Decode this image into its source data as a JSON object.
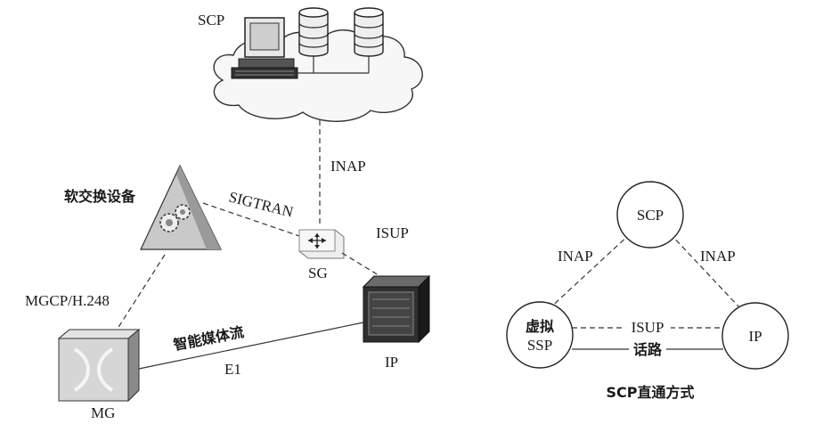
{
  "left_diagram": {
    "scp_label": "SCP",
    "inap_label": "INAP",
    "softswitch_label": "软交换设备",
    "sigtran_label": "SIGTRAN",
    "isup_label": "ISUP",
    "sg_label": "SG",
    "mgcp_label": "MGCP/H.248",
    "media_stream_label": "智能媒体流",
    "e1_label": "E1",
    "ip_label": "IP",
    "mg_label": "MG"
  },
  "right_diagram": {
    "scp_node": "SCP",
    "inap_left": "INAP",
    "inap_right": "INAP",
    "virtual_ssp_line1": "虚拟",
    "virtual_ssp_line2": "SSP",
    "ip_node": "IP",
    "isup_label": "ISUP",
    "voice_path_label": "话路",
    "caption": "SCP直通方式"
  }
}
